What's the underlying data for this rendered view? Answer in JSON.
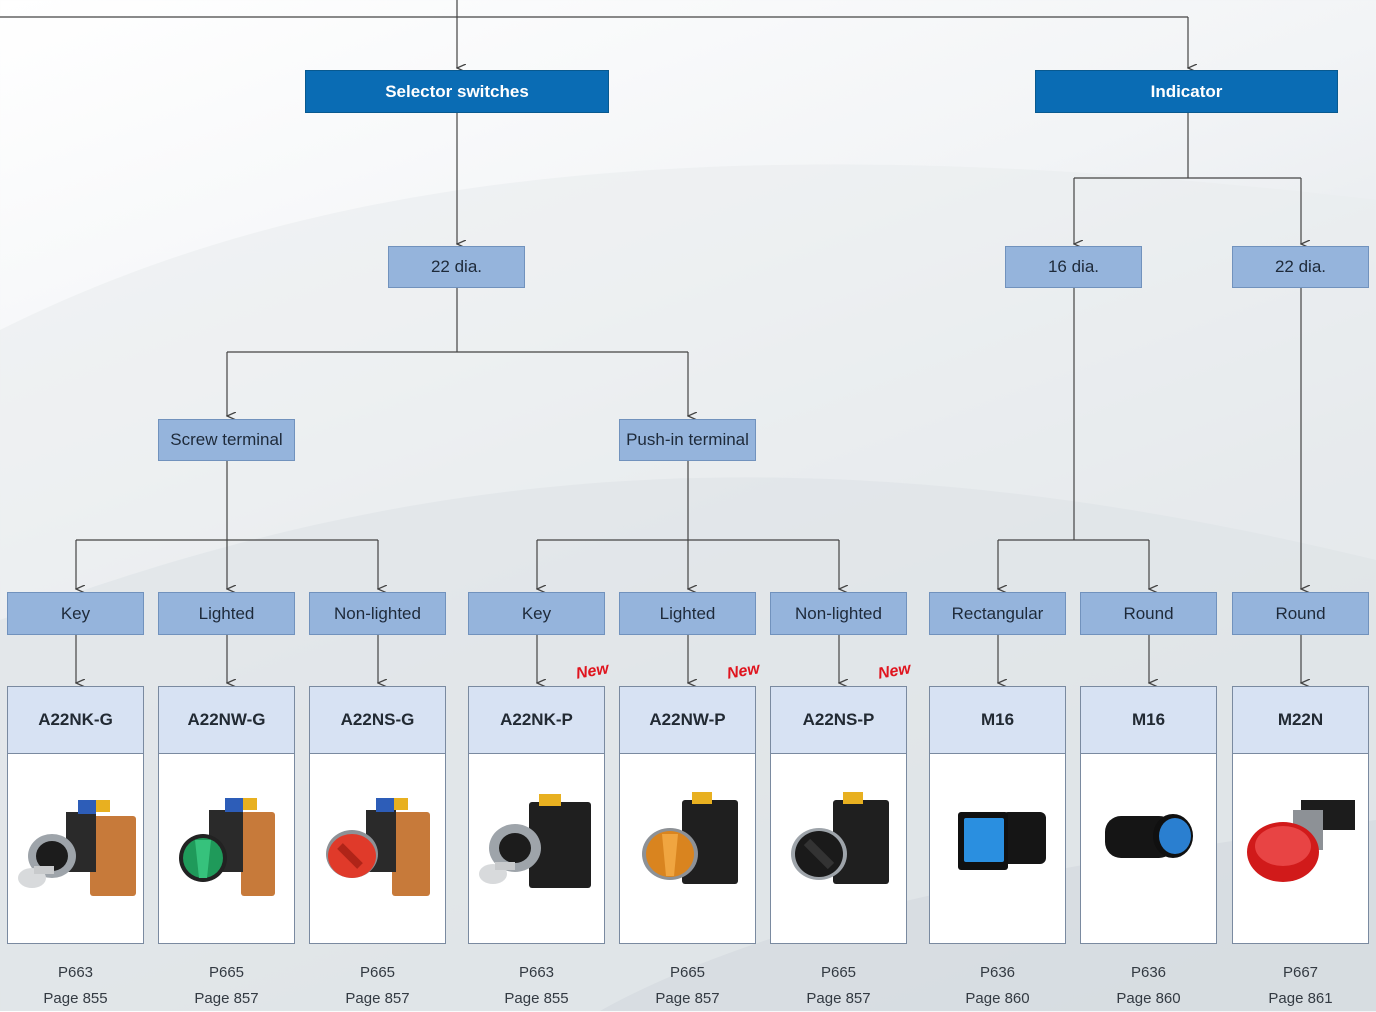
{
  "categories": {
    "selector": "Selector switches",
    "indicator": "Indicator"
  },
  "sizes": {
    "sel_22": "22 dia.",
    "ind_16": "16 dia.",
    "ind_22": "22 dia."
  },
  "terminals": {
    "screw": "Screw terminal",
    "pushin": "Push-in terminal"
  },
  "types": {
    "key_g": "Key",
    "lighted_g": "Lighted",
    "nonlighted_g": "Non-lighted",
    "key_p": "Key",
    "lighted_p": "Lighted",
    "nonlighted_p": "Non-lighted",
    "rect_16": "Rectangular",
    "round_16": "Round",
    "round_22": "Round"
  },
  "new_label": "New",
  "products": [
    {
      "model": "A22NK-G",
      "code": "P663",
      "page": "Page 855",
      "photo": "key-selector-screw-photo",
      "is_new": false
    },
    {
      "model": "A22NW-G",
      "code": "P665",
      "page": "Page 857",
      "photo": "lighted-selector-screw-photo",
      "is_new": false
    },
    {
      "model": "A22NS-G",
      "code": "P665",
      "page": "Page 857",
      "photo": "nonlighted-selector-screw-photo",
      "is_new": false
    },
    {
      "model": "A22NK-P",
      "code": "P663",
      "page": "Page 855",
      "photo": "key-selector-pushin-photo",
      "is_new": true
    },
    {
      "model": "A22NW-P",
      "code": "P665",
      "page": "Page 857",
      "photo": "lighted-selector-pushin-photo",
      "is_new": true
    },
    {
      "model": "A22NS-P",
      "code": "P665",
      "page": "Page 857",
      "photo": "nonlighted-selector-pushin-photo",
      "is_new": true
    },
    {
      "model": "M16",
      "code": "P636",
      "page": "Page 860",
      "photo": "rectangular-indicator-photo",
      "is_new": false
    },
    {
      "model": "M16",
      "code": "P636",
      "page": "Page 860",
      "photo": "round-indicator-16-photo",
      "is_new": false
    },
    {
      "model": "M22N",
      "code": "P667",
      "page": "Page 861",
      "photo": "round-indicator-22-photo",
      "is_new": false
    }
  ],
  "colors": {
    "category_fill": "#0a6cb4",
    "subcategory_fill": "#95b4dc",
    "model_header_fill": "#d7e2f3",
    "new_tag": "#e0141e",
    "connector": "#444444"
  }
}
